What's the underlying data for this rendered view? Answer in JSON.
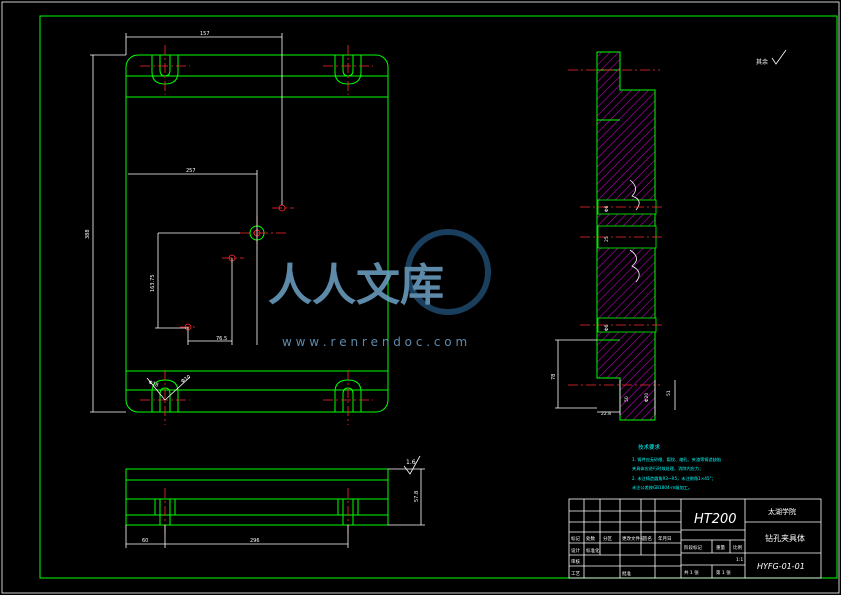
{
  "watermark": {
    "brand": "人人文库",
    "url": "w w w . r e n r e n d o c . c o m"
  },
  "dims": {
    "top_width": "157",
    "left_height": "388",
    "inner_width": "257",
    "inner_height": "163.75",
    "small_h": "76.5",
    "hole_a": "Φ18",
    "hole_b": "Φ10",
    "side_height": "57.8",
    "side_left": "60",
    "side_mid": "296",
    "section_1": "Φ6",
    "section_2": "25",
    "section_3": "78",
    "section_4": "Φ6",
    "section_5": "51",
    "section_6": "Φ20",
    "section_7": "50",
    "section_bottom": "22.8",
    "surface_top": "1.6"
  },
  "roughness": {
    "label": "其余"
  },
  "notes": {
    "title": "技术要求",
    "line1": "1. 铸件应无砂眼、裂纹、缩孔、夹渣等铸造缺陷",
    "line2": "   夹具体应进行时效处理，消除内应力；",
    "line3": "2. 未注铸造圆角R3~R5，未注倒角1×45°；",
    "line4": "   未注公差按GB1804-m级加工。"
  },
  "title_block": {
    "material": "HT200",
    "school": "太湖学院",
    "part_name": "钻孔夹具体",
    "drawing_no": "HYFG-01-01",
    "scale_label": "比例",
    "scale_value": "1:1",
    "col_mark": "标记",
    "col_count": "处数",
    "col_zone": "分区",
    "col_change_doc": "更改文件号",
    "col_sign": "签名",
    "col_date": "年月日",
    "row_design": "设计",
    "row_std": "标准化",
    "row_check": "审核",
    "row_process": "工艺",
    "row_approve": "批准",
    "stage_label": "阶段标记",
    "weight_label": "重量",
    "sheet_total": "共 1 张",
    "sheet_no": "第 1 张"
  }
}
